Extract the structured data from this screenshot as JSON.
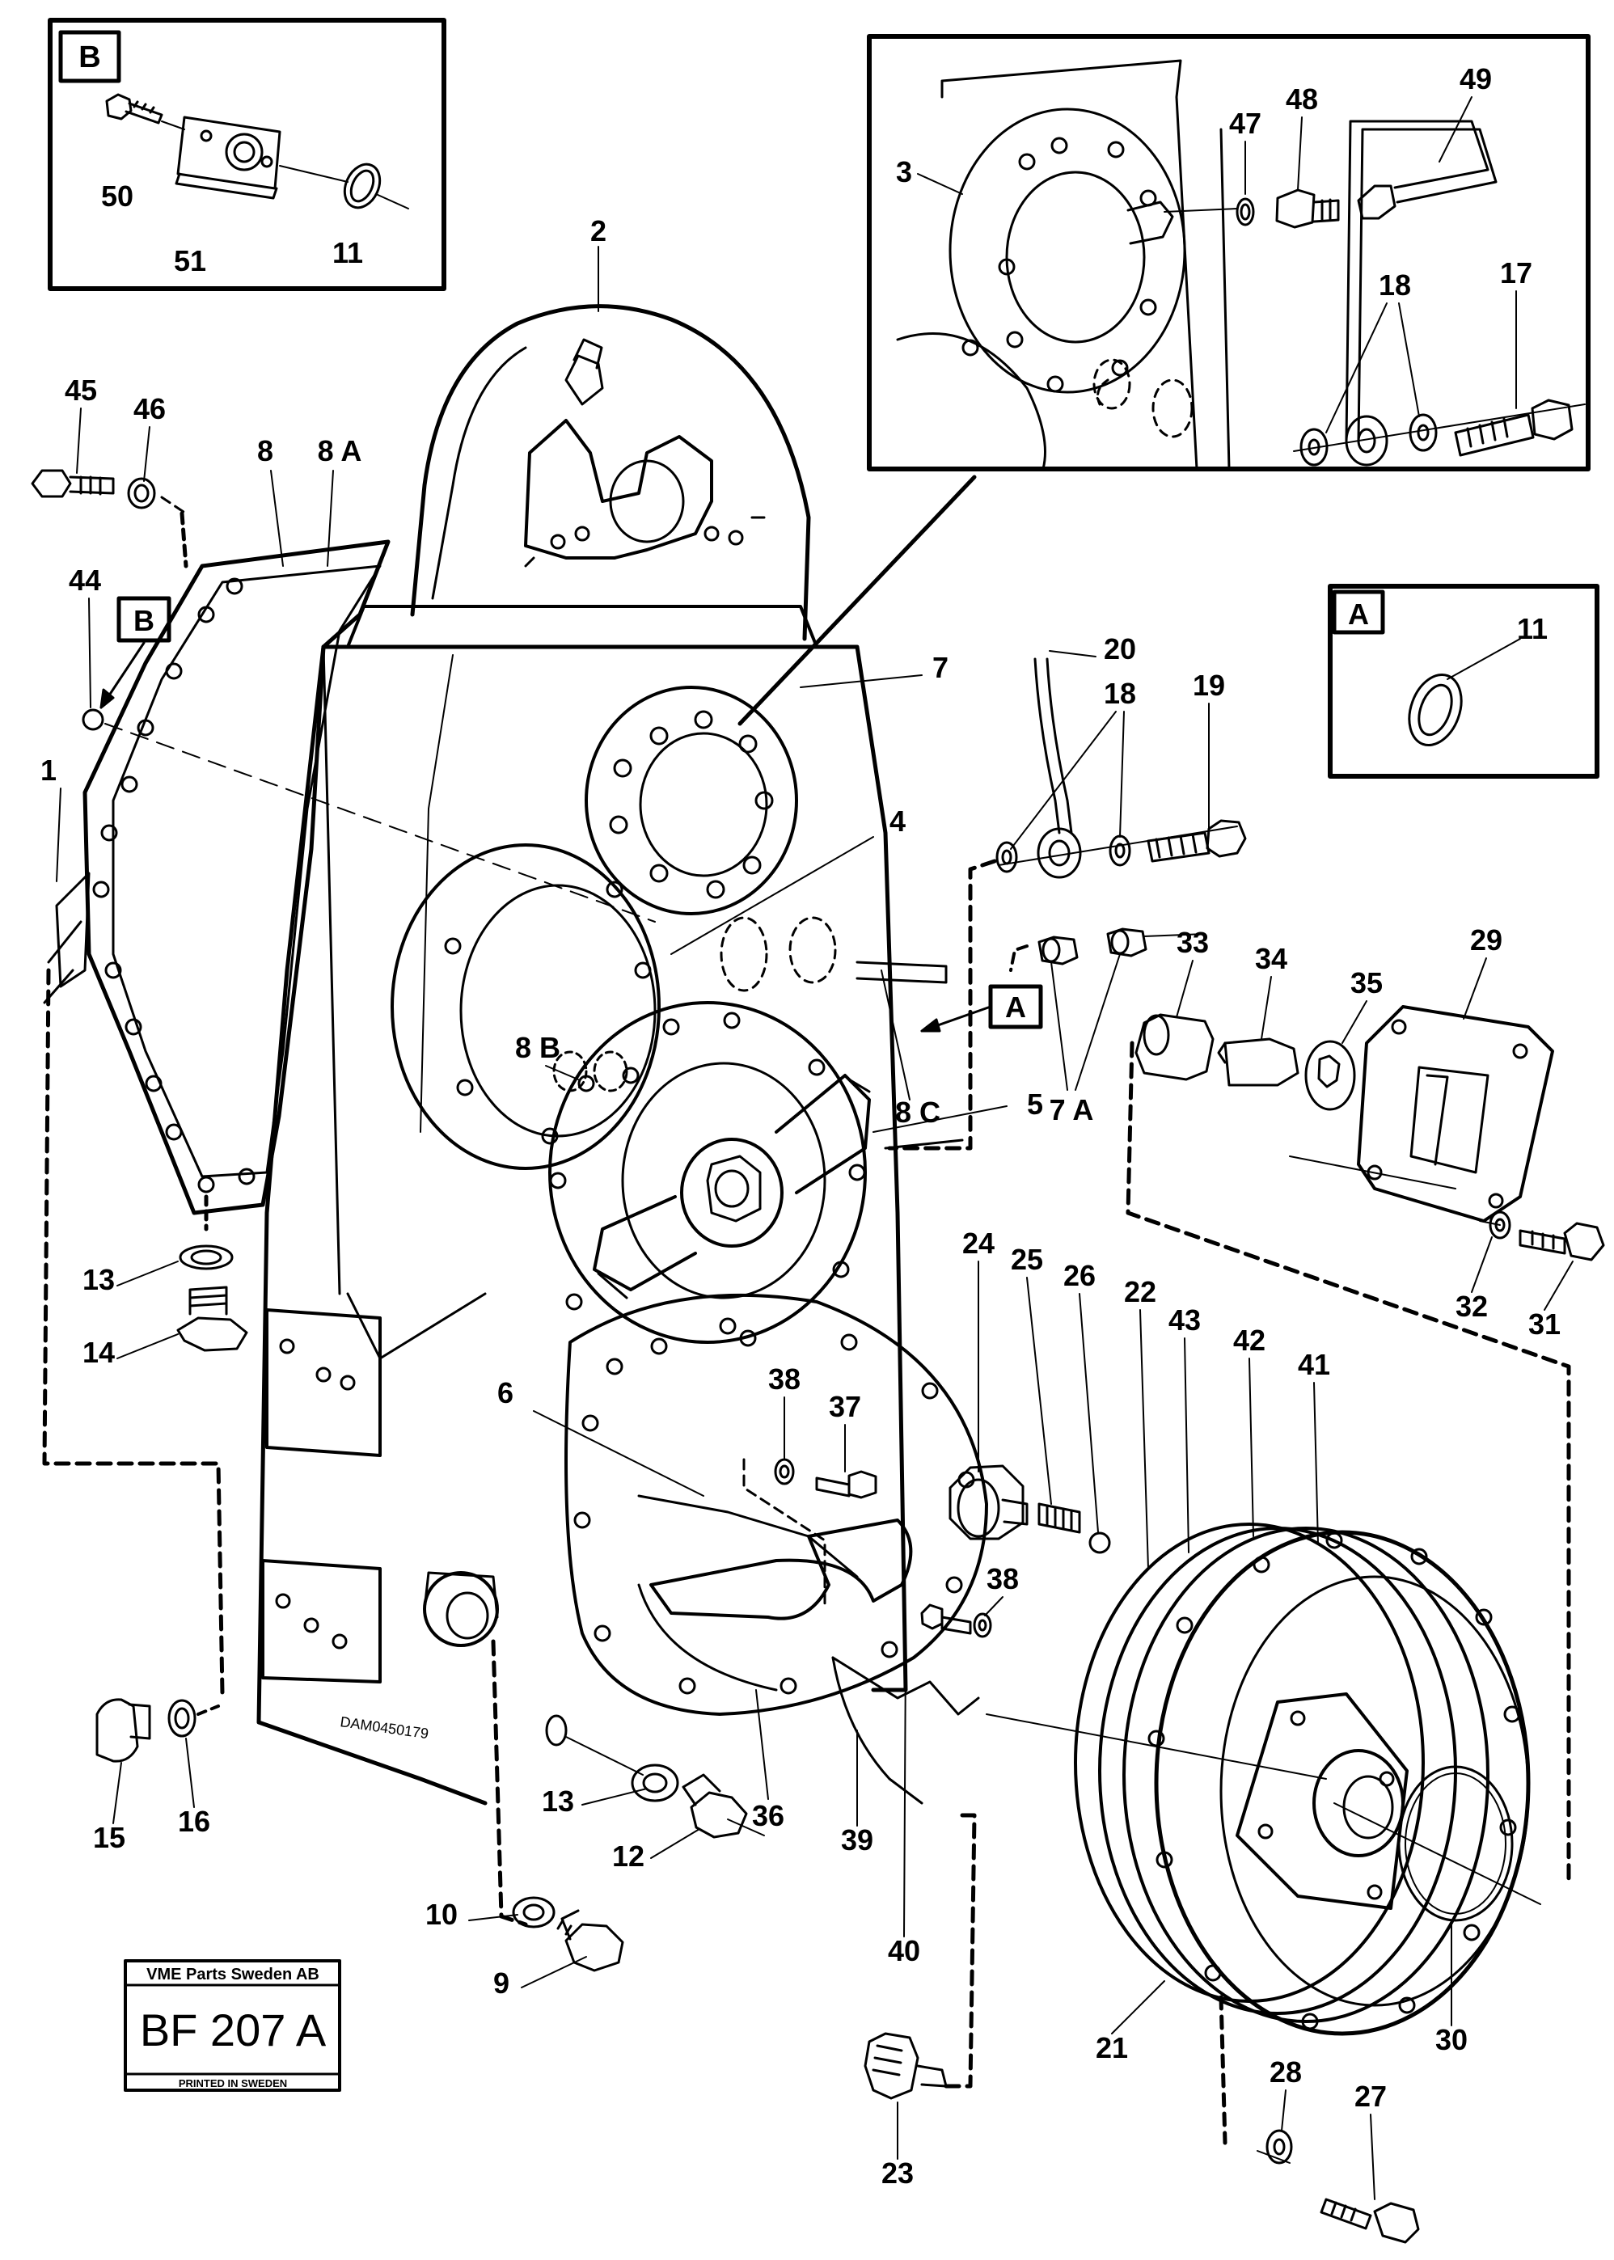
{
  "inset_b": {
    "tag": "B",
    "labels": [
      "50",
      "51",
      "11"
    ]
  },
  "inset_top": {
    "labels": [
      "3",
      "47",
      "48",
      "49",
      "18",
      "17"
    ]
  },
  "inset_a": {
    "tag": "A",
    "labels": [
      "11"
    ]
  },
  "callout_tags": {
    "b": "B",
    "a": "A"
  },
  "part_numbers": [
    "1",
    "2",
    "4",
    "5",
    "6",
    "7",
    "8",
    "8 A",
    "8 B",
    "8 C",
    "9",
    "10",
    "12",
    "13",
    "13",
    "14",
    "15",
    "16",
    "18",
    "19",
    "20",
    "21",
    "22",
    "23",
    "24",
    "25",
    "26",
    "27",
    "28",
    "29",
    "30",
    "31",
    "32",
    "33",
    "34",
    "35",
    "36",
    "37",
    "38",
    "38",
    "39",
    "40",
    "41",
    "42",
    "43",
    "44",
    "45",
    "46",
    "7 A"
  ],
  "stamp": {
    "company": "VME Parts Sweden AB",
    "code": "BF 207 A",
    "printed": "PRINTED IN SWEDEN"
  },
  "drawing_ref": "DAM0450179"
}
